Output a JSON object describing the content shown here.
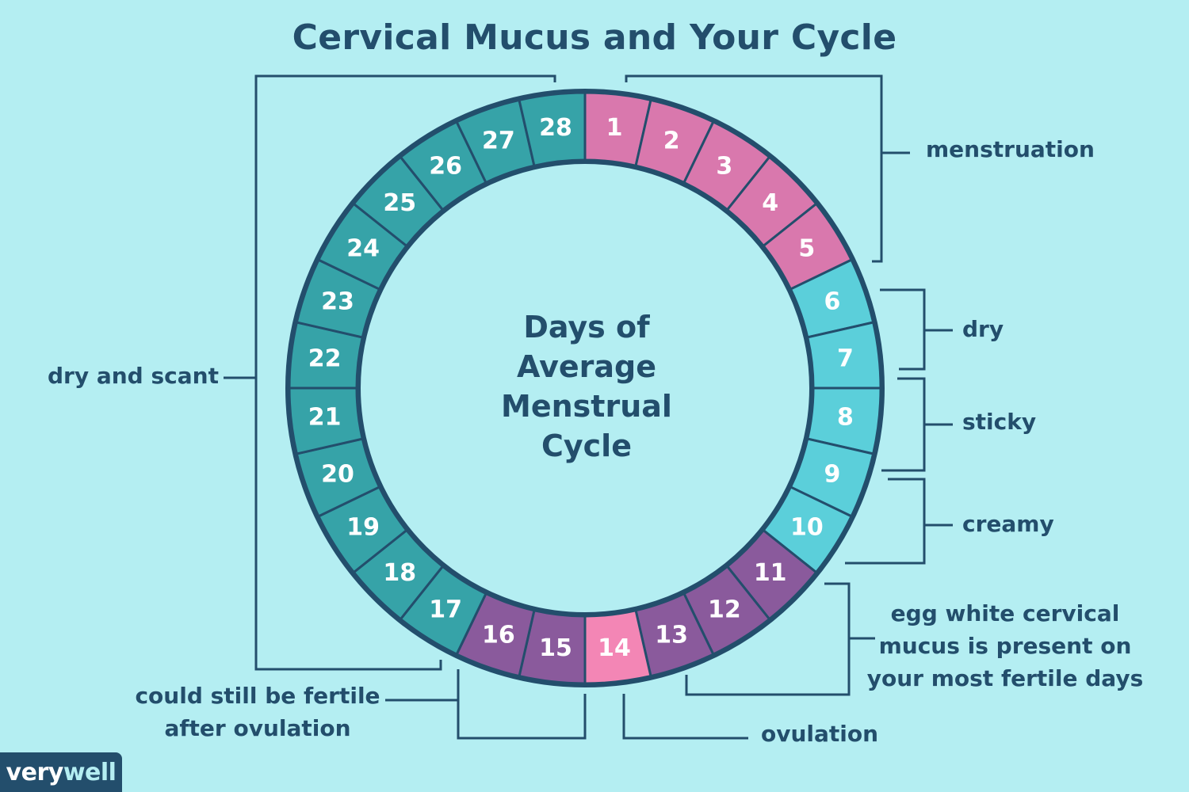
{
  "title": "Cervical Mucus and Your Cycle",
  "center_label_lines": [
    "Days of",
    "Average",
    "Menstrual",
    "Cycle"
  ],
  "days": [
    "1",
    "2",
    "3",
    "4",
    "5",
    "6",
    "7",
    "8",
    "9",
    "10",
    "11",
    "12",
    "13",
    "14",
    "15",
    "16",
    "17",
    "18",
    "19",
    "20",
    "21",
    "22",
    "23",
    "24",
    "25",
    "26",
    "27",
    "28"
  ],
  "phases": [
    {
      "key": "menstruation",
      "days": [
        1,
        5
      ],
      "color": "#d978ad"
    },
    {
      "key": "dry",
      "days": [
        6,
        7
      ],
      "color": "#5bcfda"
    },
    {
      "key": "sticky",
      "days": [
        8,
        9
      ],
      "color": "#5bcfda"
    },
    {
      "key": "creamy",
      "days": [
        10,
        10
      ],
      "color": "#5bcfda"
    },
    {
      "key": "egg_white",
      "days": [
        11,
        13
      ],
      "color": "#8a5a9c"
    },
    {
      "key": "ovulation",
      "days": [
        14,
        14
      ],
      "color": "#f386b5"
    },
    {
      "key": "post_ovulation",
      "days": [
        15,
        16
      ],
      "color": "#8a5a9c"
    },
    {
      "key": "dry_scant",
      "days": [
        17,
        28
      ],
      "color": "#36a3a8"
    }
  ],
  "labels": {
    "menstruation": "menstruation",
    "dry": "dry",
    "sticky": "sticky",
    "creamy": "creamy",
    "egg_white": [
      "egg white cervical",
      "mucus is present on",
      "your most fertile days"
    ],
    "ovulation": "ovulation",
    "post_ovulation": [
      "could still be fertile",
      "after ovulation"
    ],
    "dry_scant": "dry and scant"
  },
  "logo": {
    "part1": "very",
    "part2": "well"
  },
  "colors": {
    "background": "#b4eef2",
    "outline": "#234e6c",
    "text": "#234e6c",
    "day_text": "#ffffff"
  }
}
